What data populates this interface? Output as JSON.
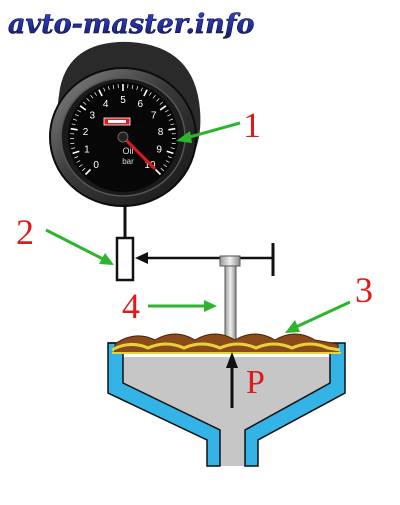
{
  "watermark": "avto-master.info",
  "callouts": {
    "gauge": "1",
    "sensor": "2",
    "diaphragm": "3",
    "rod": "4"
  },
  "pressure_label": "P",
  "gauge": {
    "scale_numbers": [
      "0",
      "1",
      "2",
      "3",
      "4",
      "5",
      "6",
      "7",
      "8",
      "9",
      "10"
    ],
    "center_text_1": "Oil",
    "center_text_2": "bar",
    "needle_value": 10
  },
  "colors": {
    "callout_red": "#e01a1a",
    "arrow_green": "#2db52d",
    "watermark_blue": "#1e2aa8",
    "housing_cyan": "#33b3e6",
    "chamber_gray": "#c8c8c8",
    "diaphragm_brown": "#8a4a1a",
    "diaphragm_yellow": "#e8d23a",
    "needle_red": "#e01a1a"
  }
}
